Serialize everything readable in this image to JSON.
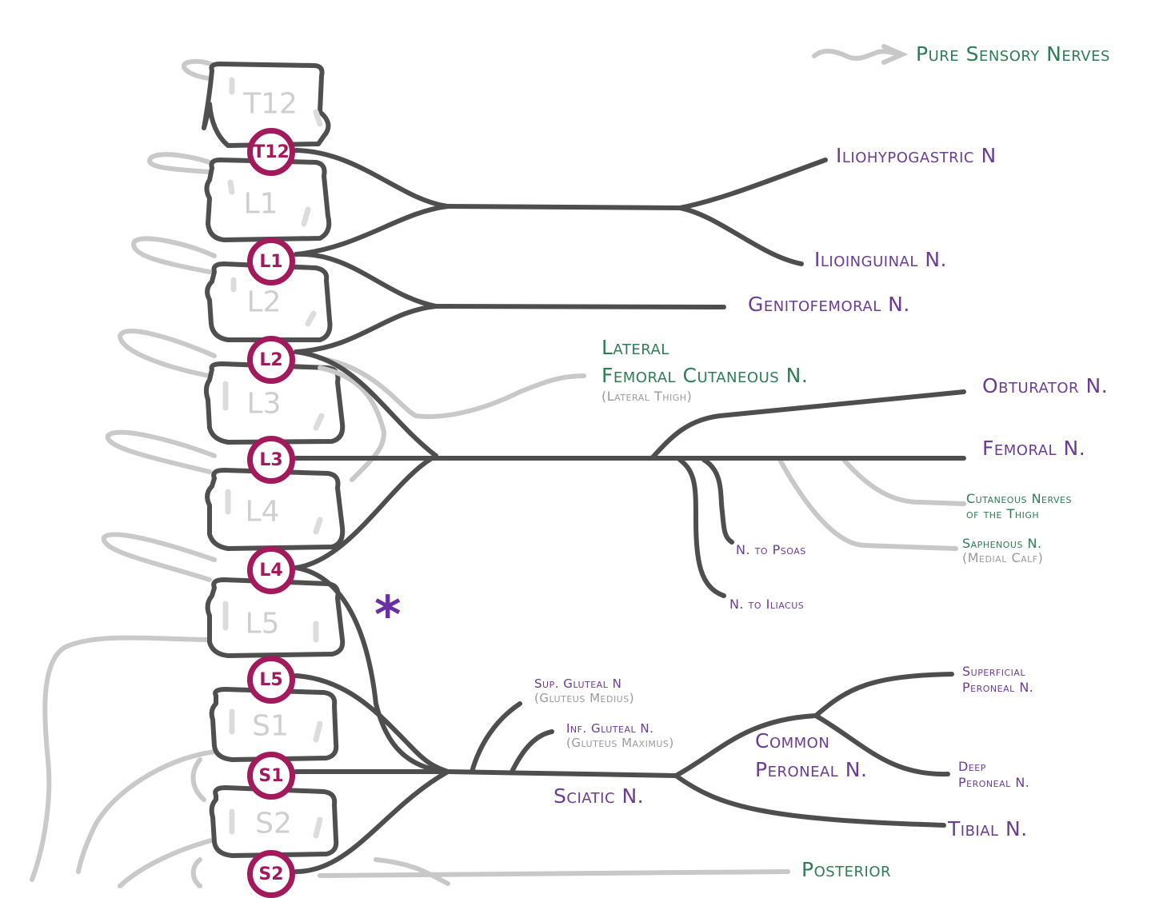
{
  "legend": {
    "label": "Pure Sensory Nerves"
  },
  "vertebrae": [
    "T12",
    "L1",
    "L2",
    "L3",
    "L4",
    "L5",
    "S1",
    "S2"
  ],
  "roots": [
    "T12",
    "L1",
    "L2",
    "L3",
    "L4",
    "L5",
    "S1",
    "S2"
  ],
  "nerves": {
    "iliohypogastric": "Iliohypogastric N",
    "ilioinguinal": "Ilioinguinal N.",
    "genitofemoral": "Genitofemoral N.",
    "lateral_femoral_line1": "Lateral",
    "lateral_femoral_line2": "Femoral Cutaneous N.",
    "lateral_femoral_note": "(Lateral Thigh)",
    "obturator": "Obturator N.",
    "femoral": "Femoral N.",
    "cutaneous_thigh_line1": "Cutaneous Nerves",
    "cutaneous_thigh_line2": "of the Thigh",
    "saphenous": "Saphenous N.",
    "saphenous_note": "(Medial Calf)",
    "psoas": "N. to Psoas",
    "iliacus": "N. to Iliacus",
    "sup_gluteal": "Sup. Gluteal N",
    "sup_gluteal_note": "(Gluteus Medius)",
    "inf_gluteal": "Inf. Gluteal N.",
    "inf_gluteal_note": "(Gluteus Maximus)",
    "sciatic": "Sciatic N.",
    "common_peroneal_line1": "Common",
    "common_peroneal_line2": "Peroneal N.",
    "superficial_peroneal_line1": "Superficial",
    "superficial_peroneal_line2": "Peroneal N.",
    "deep_peroneal_line1": "Deep",
    "deep_peroneal_line2": "Peroneal N.",
    "tibial": "Tibial N.",
    "posterior": "Posterior"
  },
  "marker": "*",
  "colors": {
    "root_ring": "#a2195c",
    "nerve": "#505050",
    "sensory": "#c8c8c8",
    "label_motor": "#6a3d93",
    "label_sensory": "#2e7d54"
  }
}
